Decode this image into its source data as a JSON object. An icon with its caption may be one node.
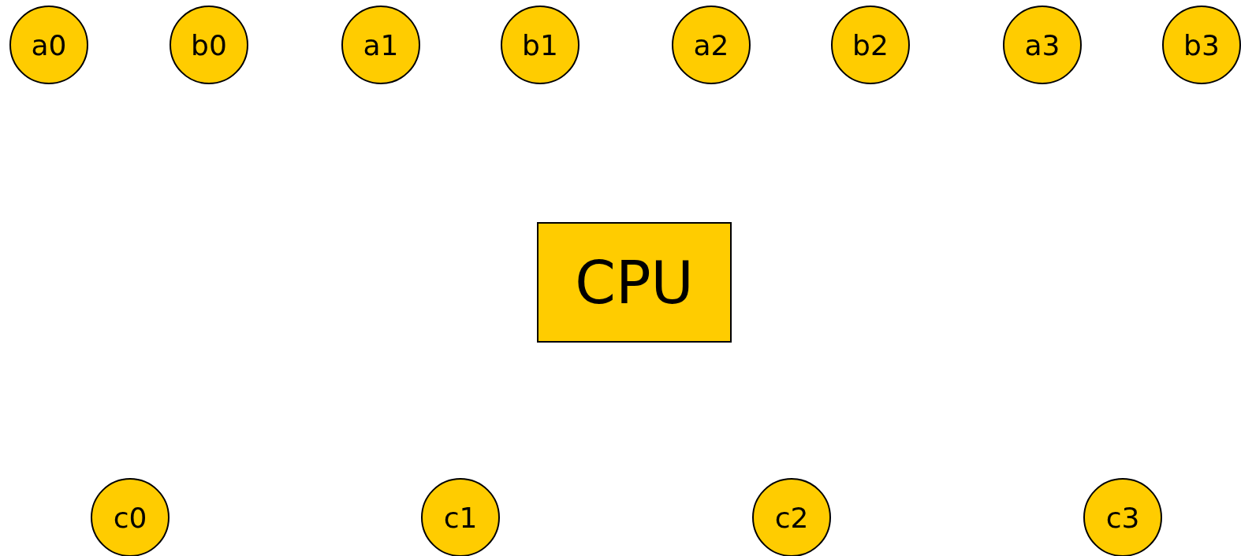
{
  "diagram": {
    "nodes": [
      {
        "text": [
          "a0"
        ]
      },
      {
        "text": [
          "b0"
        ]
      },
      {
        "text": [
          "a1"
        ]
      },
      {
        "text": [
          "b1"
        ]
      },
      {
        "text": [
          "a2"
        ]
      },
      {
        "text": [
          "b2"
        ]
      },
      {
        "text": [
          "a3"
        ]
      },
      {
        "text": [
          "b3"
        ]
      },
      {
        "text": [
          "CPU"
        ]
      },
      {
        "text": [
          "c0"
        ]
      },
      {
        "text": [
          "c1"
        ]
      },
      {
        "text": [
          "c2"
        ]
      },
      {
        "text": [
          "c3"
        ]
      }
    ]
  }
}
